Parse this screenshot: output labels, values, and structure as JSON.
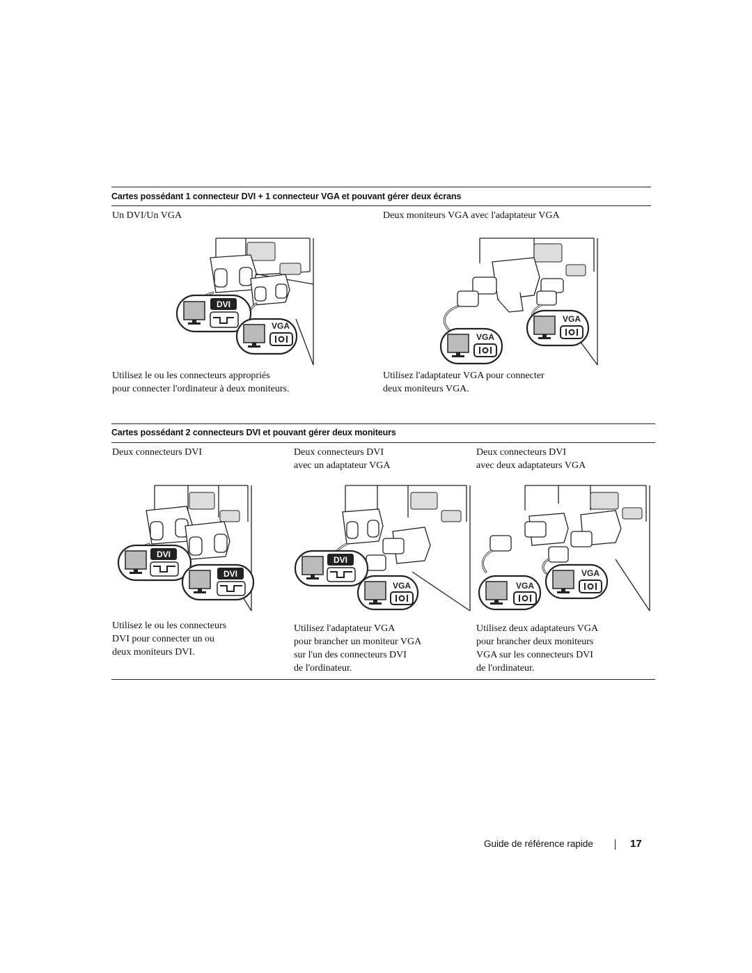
{
  "section1": {
    "heading": "Cartes possédant 1 connecteur DVI + 1 connecteur VGA et pouvant gérer deux écrans",
    "columns": [
      {
        "title": [
          "Un DVI/Un VGA"
        ],
        "caption": [
          "Utilisez le ou les connecteurs appropriés",
          "pour connecter l'ordinateur à deux moniteurs."
        ],
        "labels": [
          "DVI",
          "VGA"
        ]
      },
      {
        "title": [
          "Deux moniteurs VGA avec l'adaptateur VGA"
        ],
        "caption": [
          "Utilisez l'adaptateur VGA pour connecter",
          "deux moniteurs VGA."
        ],
        "labels": [
          "VGA",
          "VGA"
        ]
      }
    ]
  },
  "section2": {
    "heading": "Cartes possédant 2 connecteurs DVI et pouvant gérer deux moniteurs",
    "columns": [
      {
        "title": [
          "Deux connecteurs DVI"
        ],
        "caption": [
          "Utilisez le ou les connecteurs",
          "DVI pour connecter un ou",
          "deux moniteurs DVI."
        ],
        "labels": [
          "DVI",
          "DVI"
        ]
      },
      {
        "title": [
          "Deux connecteurs DVI",
          "avec un adaptateur VGA"
        ],
        "caption": [
          "Utilisez l'adaptateur VGA",
          "pour brancher un moniteur VGA",
          "sur l'un des connecteurs DVI",
          "de l'ordinateur."
        ],
        "labels": [
          "DVI",
          "VGA"
        ]
      },
      {
        "title": [
          "Deux connecteurs DVI",
          "avec deux adaptateurs VGA"
        ],
        "caption": [
          "Utilisez deux adaptateurs VGA",
          "pour brancher deux moniteurs",
          "VGA sur les connecteurs DVI",
          "de l'ordinateur."
        ],
        "labels": [
          "VGA",
          "VGA"
        ]
      }
    ]
  },
  "footer": {
    "guide_title": "Guide de référence rapide",
    "page_number": "17"
  }
}
